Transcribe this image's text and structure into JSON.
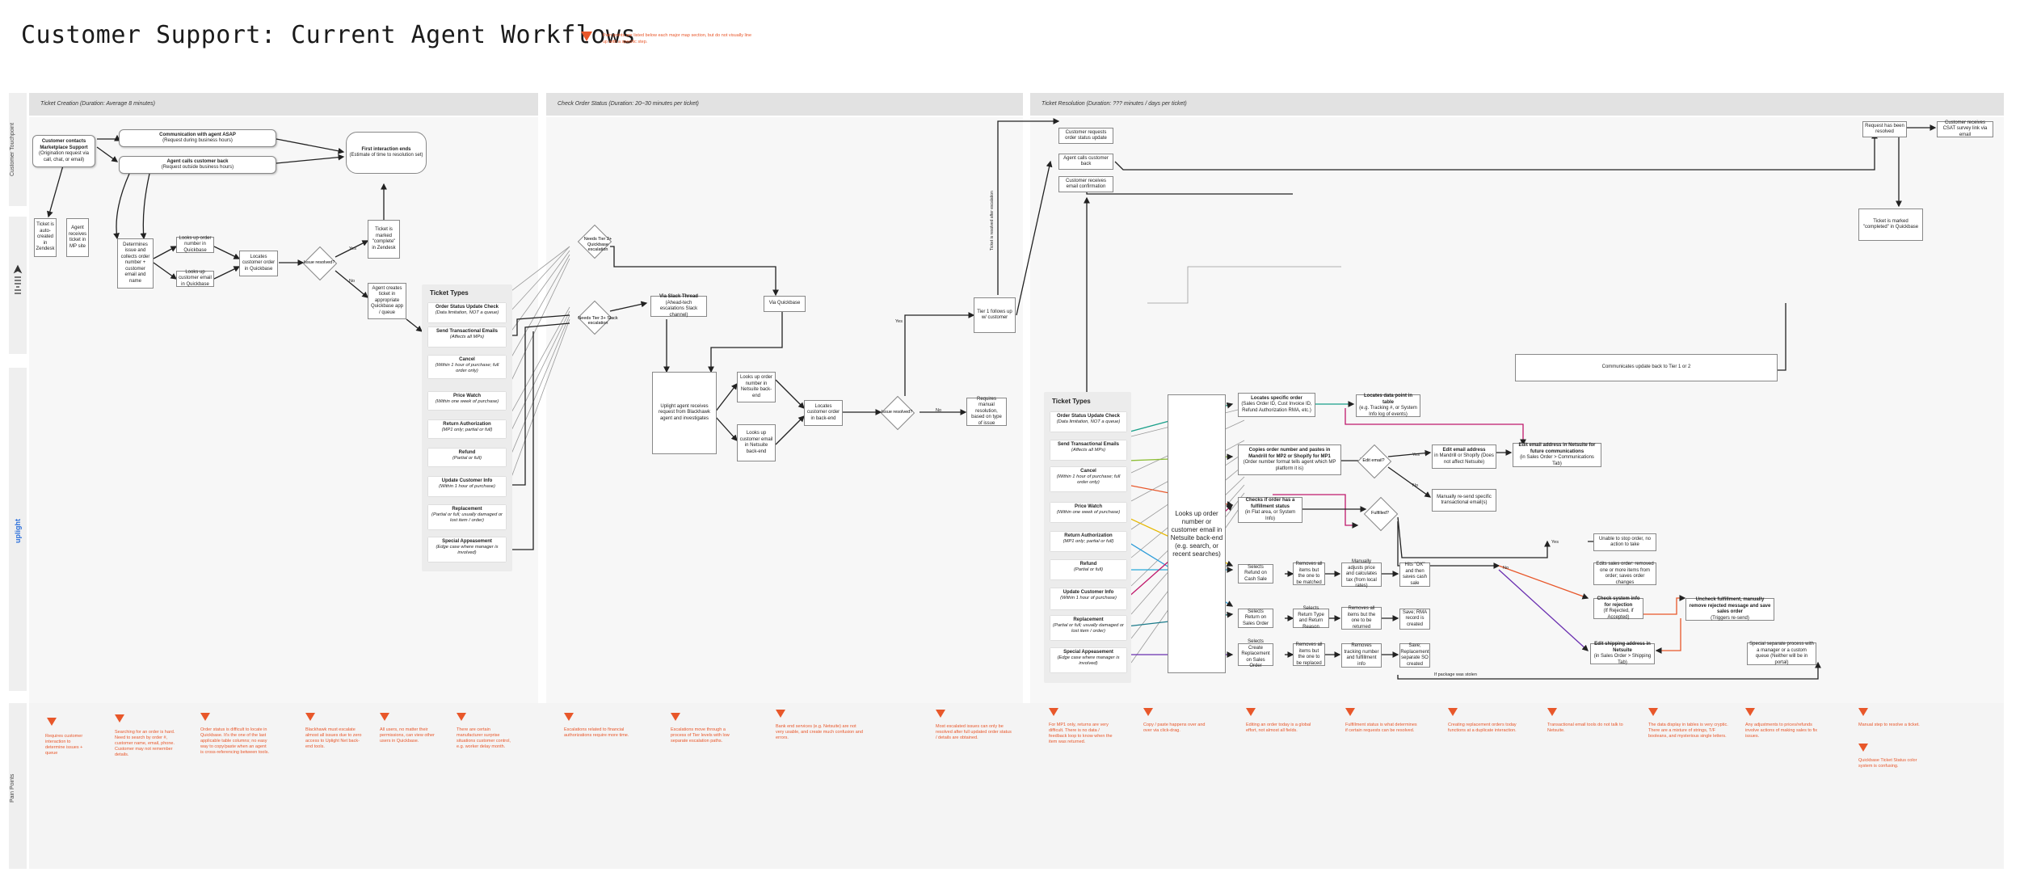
{
  "title": "Customer Support: Current Agent Workflows",
  "legend": {
    "text": "Pain points are listed below each major map section, but do not visually line up with a specific step.",
    "icon": "warning-triangle-icon",
    "color": "#e8572a"
  },
  "lanes": {
    "customer": "Customer Touchpoint",
    "pain": "Pain Points"
  },
  "phases": {
    "ticket_creation": "Ticket Creation (Duration: Average 8 minutes)",
    "check_status": "Check Order Status (Duration: 20~30 minutes per ticket)",
    "resolution": "Ticket Resolution (Duration: ??? minutes / days per ticket)"
  },
  "tc": {
    "contact": "Customer contacts Marketplace Support",
    "contact_sub": "(Origination request via call, chat, or email)",
    "asap": "Communication with agent ASAP",
    "asap_sub": "(Request during business hours)",
    "callback": "Agent calls customer back",
    "callback_sub": "(Request outside business hours)",
    "first_ends": "First interaction ends",
    "first_ends_sub": "(Estimate of time to resolution set)",
    "auto_ticket": "Ticket is auto-created in Zendesk",
    "receives": "Agent receives ticket in MP site",
    "determines": "Determines issue and collects order number + customer email and name",
    "lookup_order": "Looks up order number in Quickbase",
    "lookup_email": "Looks up customer email in Quickbase",
    "locates": "Locates customer order in Quickbase",
    "resolved_q": "Issue resolved?",
    "yes": "Yes",
    "no": "No",
    "marked_complete": "Ticket is marked \"complete\" in Zendesk",
    "creates_ticket": "Agent creates ticket in appropriate Quickbase app / queue"
  },
  "ticket_types_title": "Ticket Types",
  "ticket_types": [
    {
      "name": "Order Status Update Check",
      "sub": "(Data limitation, NOT a queue)"
    },
    {
      "name": "Send Transactional Emails",
      "sub": "(Affects all MPs)"
    },
    {
      "name": "Cancel",
      "sub": "(Within 1 hour of purchase; full order only)"
    },
    {
      "name": "Price Watch",
      "sub": "(Within one week of purchase)"
    },
    {
      "name": "Return Authorization",
      "sub": "(MP1 only; partial or full)"
    },
    {
      "name": "Refund",
      "sub": "(Partial or full)"
    },
    {
      "name": "Update Customer Info",
      "sub": "(Within 1 hour of purchase)"
    },
    {
      "name": "Replacement",
      "sub": "(Partial or full; usually damaged or lost item / order)"
    },
    {
      "name": "Special Appeasement",
      "sub": "(Edge case where manager is involved)"
    }
  ],
  "cs": {
    "tier2_esc": "Needs Tier 2+ Quickbase escalation",
    "tier3_esc": "Needs Tier 3+ Slack escalation",
    "via_slack": "Via Slack Thread",
    "via_slack_sub": "(Ahead-tech escalations Slack channel)",
    "via_quickbase": "Via Quickbase",
    "uplight_review": "Uplight agent receives request from Blackhawk agent and investigates",
    "lookup_netsuite": "Looks up order number in Netsuite back-end",
    "lookup_email_ns": "Looks up customer email in Netsuite back-end",
    "locates_ns": "Locates customer order in back-end",
    "resolved_q": "Issue resolved?",
    "no": "No",
    "yes": "Yes",
    "manual_resolution": "Requires manual resolution, based on type of issue",
    "tier1_follow": "Tier 1 follows up w/ customer",
    "ticket_resolved_vert": "Ticket is resolved after escalation"
  },
  "tr": {
    "cust_requests": "Customer requests order status update",
    "agent_calls": "Agent calls customer back",
    "cust_email": "Customer receives email confirmation",
    "request_resolved": "Request has been resolved",
    "csat": "Customer receives CSAT survey link via email",
    "marked_complete_qb": "Ticket is marked \"completed\" in Quickbase",
    "communicates": "Communicates update back to Tier 1 or 2",
    "lookup_big": "Looks up order number or customer email in Netsuite back-end (e.g. search, or recent searches)",
    "locates_specific": "Locates specific order",
    "locates_specific_sub": "(Sales Order ID, Cust Invoice ID, Refund Authorization RMA, etc.)",
    "locates_data": "Locates data point in table",
    "locates_data_sub": "(e.g. Tracking #, or System Info log of events)",
    "edit_email_addr": "Edit email address",
    "edit_email_addr_sub": "in Mandrill or Shopify (Does not affect Netsuite)",
    "edit_email_ns": "Edit email address in Netsuite for future communications",
    "edit_email_ns_sub": "(in Sales Order > Communications Tab)",
    "copies": "Copies order number and pastes in Mandrill for MP2 or Shopify for MP1",
    "copies_sub": "(Order number format tells agent which MP platform it is)",
    "edit_email_q": "Edit email?",
    "manually_resend": "Manually re-send specific transactional email(s)",
    "checks_fulfill": "Checks if order has a fulfillment status",
    "checks_fulfill_sub": "(in Flat area, or System Info)",
    "fulfilled_q": "Fulfilled?",
    "unable_stop": "Unable to stop order, no action to take",
    "edits_sales": "Edits sales order: removed one or more items from order; saves order changes",
    "check_info": "Check system info for rejection",
    "check_info_sub": "(If Rejected, if Accepted)",
    "uncheck_fulfill": "Uncheck fulfillment, manually remove rejected message and save sales order",
    "uncheck_fulfill_sub": "(Triggers re-send)",
    "edit_shipping": "Edit shipping address in Netsuite",
    "edit_shipping_sub": "(in Sales Order > Shipping Tab)",
    "special_process": "Special separate process with a manager or a custom queue (Neither will be in portal)",
    "selects_refund": "Selects Refund on Cash Sale",
    "removes_all": "Removes all items but the one to be matched",
    "manually_adjust": "Manually adjusts price and calculates tax (from local rates)",
    "hits_ok": "Hits \"OK\" and then saves cash sale",
    "selects_return": "Selects Return on Sales Order",
    "selects_return_type": "Selects Return Type and Return Reason",
    "removes_returned": "Removes all items but the one to be returned",
    "save_rma": "Save; RMA record is created",
    "selects_create": "Selects Create Replacement on Sales Order",
    "removes_replaced": "Removes all items but the one to be replaced",
    "removes_tracking": "Removes tracking number and fulfillment info",
    "save_replacement": "Save; Replacement separate SO created",
    "yes": "Yes",
    "no": "No",
    "if_package": "If package was stolen"
  },
  "pain_points": [
    "Requires customer interaction to determine issues + queue",
    "Searching for an order is hard. Need to search by order #, customer name, email, phone. Customer may not remember details.",
    "Order status is difficult to locate in Quickbase. It's the one of the last applicable table columns; no easy way to copy/paste when an agent is cross-referencing between tools.",
    "Blackhawk must escalate almost all issues due to zero access to Uplight Net back-end tools.",
    "All users, no matter their permissions, can view other users in Quickbase.",
    "There are certain manufacturer surprise situations customer control, e.g. worker delay month.",
    "Escalations related to financial authorizations require more time.",
    "Escalations move through a process of Tier levels with low separate escalation paths.",
    "Bank end services (e.g. Netsuite) are not very usable, and create much confusion and errors.",
    "Most escalated issues can only be resolved after full updated order status / details are obtained.",
    "For MP1 only, returns are very difficult. There is no data / feedback loop to know when the item was returned.",
    "Copy / paste happens over and over via click-drag.",
    "Editing an order today is a global effort, not almost all fields.",
    "Fulfillment status is what determines if certain requests can be resolved.",
    "Creating replacement orders today functions at a duplicate interaction.",
    "Transactional email tools do not talk to Netsuite.",
    "The data display in tables is very cryptic. There are a mixture of strings, T/F booleans, and mysterious single letters.",
    "Any adjustments to prices/refunds involve actions of making sales to fix issues.",
    "Manual step to resolve a ticket.",
    "Quickbase Ticket Status color system is confusing."
  ]
}
